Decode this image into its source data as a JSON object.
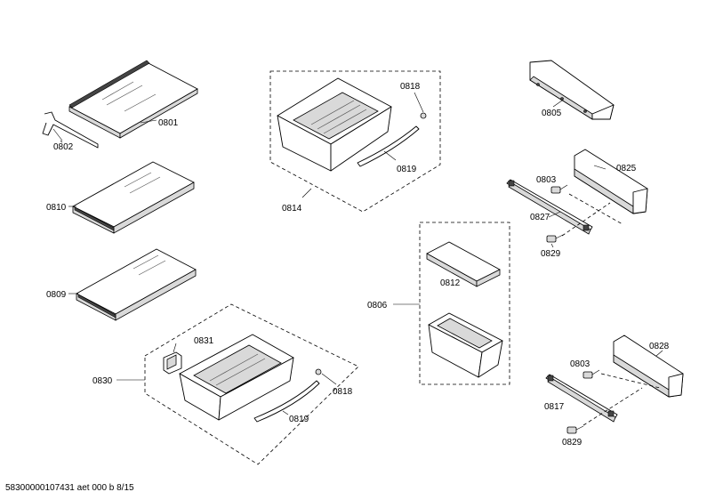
{
  "callouts": {
    "c0801": "0801",
    "c0802": "0802",
    "c0810": "0810",
    "c0809": "0809",
    "c0814": "0814",
    "c0818a": "0818",
    "c0819a": "0819",
    "c0805": "0805",
    "c0803a": "0803",
    "c0825": "0825",
    "c0827": "0827",
    "c0829a": "0829",
    "c0812": "0812",
    "c0806": "0806",
    "c0830": "0830",
    "c0831": "0831",
    "c0818b": "0818",
    "c0819b": "0819",
    "c0828": "0828",
    "c0803b": "0803",
    "c0817": "0817",
    "c0829b": "0829"
  },
  "footer": "58300000107431 aet 000 b 8/15"
}
